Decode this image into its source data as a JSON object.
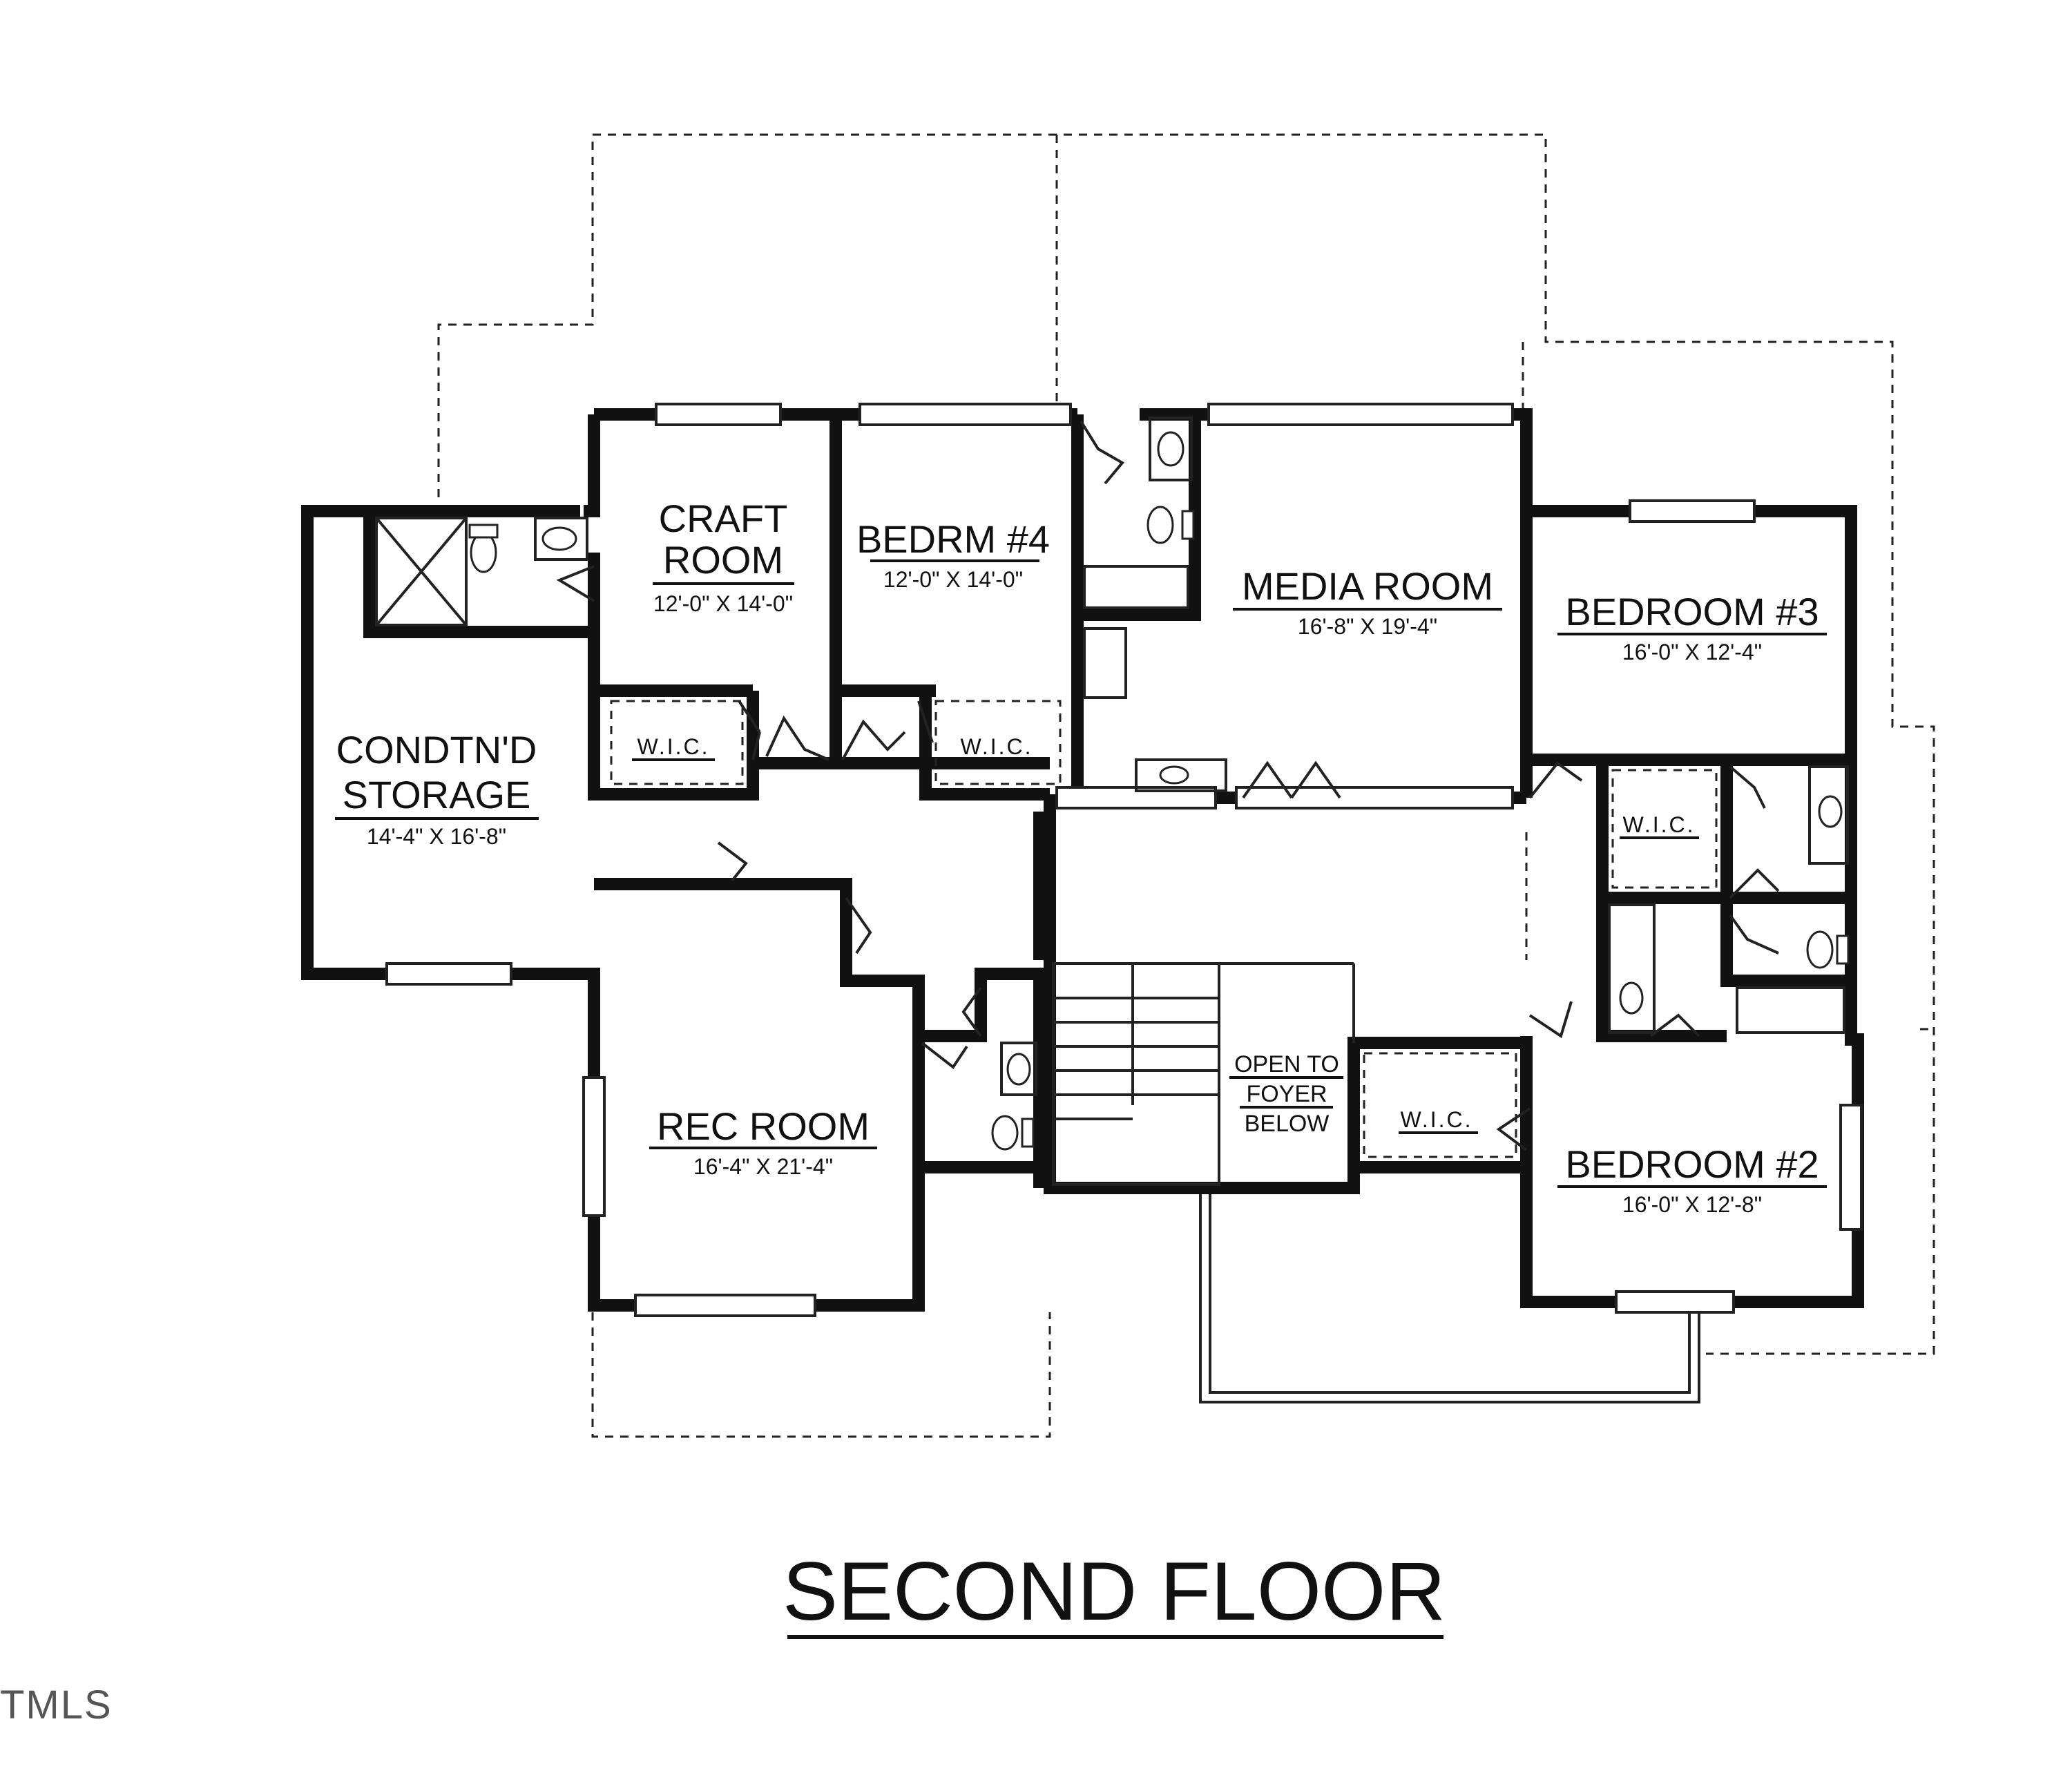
{
  "title": "SECOND FLOOR",
  "watermark": "TMLS",
  "rooms": {
    "craft_room": {
      "name_line1": "CRAFT",
      "name_line2": "ROOM",
      "dims": "12'-0\" X 14'-0\""
    },
    "bedroom4": {
      "name": "BEDRM #4",
      "dims": "12'-0\" X 14'-0\""
    },
    "media_room": {
      "name": "MEDIA ROOM",
      "dims": "16'-8\" X 19'-4\""
    },
    "bedroom3": {
      "name": "BEDROOM #3",
      "dims": "16'-0\" X 12'-4\""
    },
    "storage": {
      "name_line1": "CONDTN'D",
      "name_line2": "STORAGE",
      "dims": "14'-4\" X 16'-8\""
    },
    "rec_room": {
      "name": "REC ROOM",
      "dims": "16'-4\" X 21'-4\""
    },
    "bedroom2": {
      "name": "BEDROOM #2",
      "dims": "16'-0\" X 12'-8\""
    },
    "open_foyer": {
      "line1": "OPEN TO",
      "line2": "FOYER",
      "line3": "BELOW"
    }
  },
  "closets": {
    "wic_craft": "W.I.C.",
    "wic_bed4": "W.I.C.",
    "wic_bed3": "W.I.C.",
    "wic_bed2": "W.I.C."
  },
  "colors": {
    "ink": "#111111",
    "paper": "#ffffff"
  }
}
